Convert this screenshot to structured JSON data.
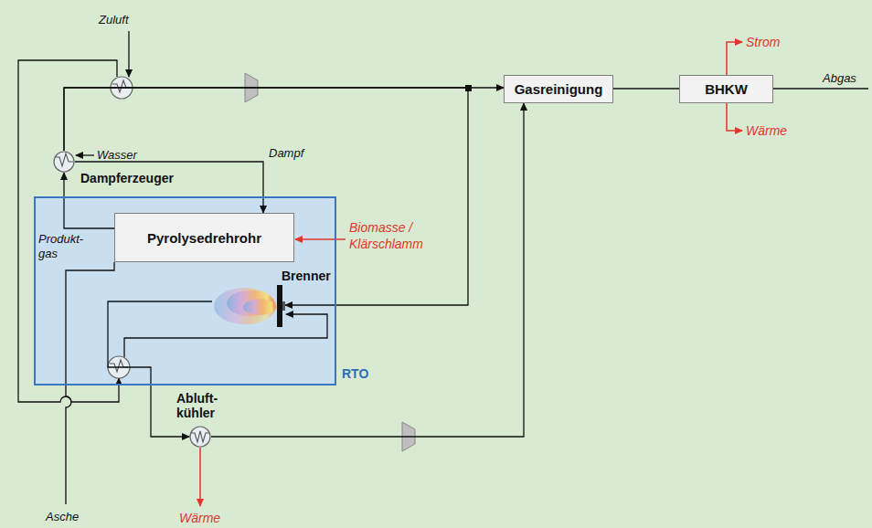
{
  "diagram": {
    "nodes": [
      {
        "text": [
          "Dampferzeuger"
        ]
      },
      {
        "text": [
          "Gasreinigung"
        ]
      },
      {
        "text": [
          "BHKW"
        ]
      },
      {
        "text": [
          "RTO"
        ]
      },
      {
        "text": [
          "Pyrolysedrehrohr"
        ],
        "in": 3
      },
      {
        "text": [
          "Brenner"
        ],
        "in": 3
      },
      {
        "text": [
          "Abluft- kühler"
        ]
      }
    ],
    "edges": [
      {
        "from": 4,
        "to": 0,
        "arrow": "to",
        "label": "Produkt- gas"
      },
      {
        "from": 0,
        "to": 4,
        "arrow": "to",
        "label": "Dampf"
      },
      {
        "from": 0,
        "to": 1,
        "arrow": "to"
      },
      {
        "from": 0,
        "to": 5,
        "arrow": "to"
      },
      {
        "from": 5,
        "to": 6,
        "arrow": "to"
      },
      {
        "from": 6,
        "to": 1,
        "arrow": "to"
      },
      {
        "from": 1,
        "to": 2,
        "arrow": "none"
      }
    ],
    "labels": [
      "Zuluft",
      "Wasser",
      "Biomasse / Klärschlamm",
      "Asche",
      "Wärme",
      "Strom",
      "Wärme",
      "Abgas"
    ]
  }
}
